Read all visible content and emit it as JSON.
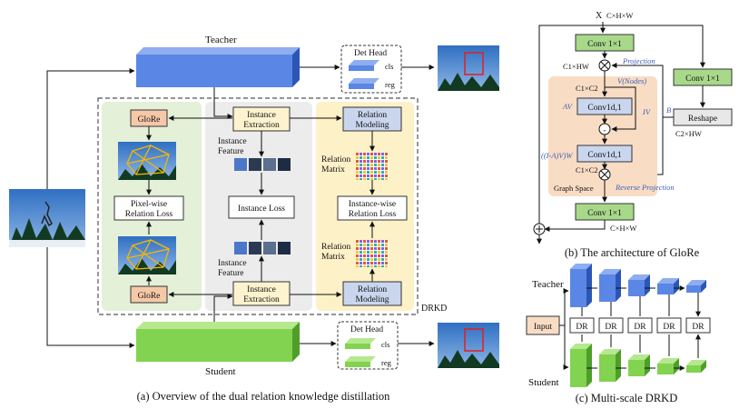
{
  "panel_a": {
    "caption": "(a) Overview of the dual relation knowledge distillation",
    "teacher_label": "Teacher",
    "student_label": "Student",
    "drkd_label": "DRKD",
    "det_head_label": "Det Head",
    "cls_label": "cls",
    "reg_label": "reg",
    "glore_label": "GloRe",
    "pixel_loss_label": "Pixel-wise\nRelation Loss",
    "instance_extraction_label": "Instance\nExtraction",
    "instance_feature_label": "Instance\nFeature",
    "instance_loss_label": "Instance Loss",
    "relation_modeling_label": "Relation\nModeling",
    "relation_matrix_label": "Relation\nMatrix",
    "instance_relation_loss_label": "Instance-wise\nRelation Loss",
    "colors": {
      "teacher": "#4f7de0",
      "student": "#7ccf4a",
      "glore_fill": "#f6c8a8",
      "green_bg": "#e4f0d8",
      "gray_bg": "#ececec",
      "yellow_bg": "#fdf1c8",
      "relation_fill": "#c9d6ee",
      "extraction_fill": "#fdf3cf"
    }
  },
  "panel_b": {
    "caption": "(b) The architecture of GloRe",
    "input_x": "X",
    "dim_chw": "C×H×W",
    "conv11": "Conv 1×1",
    "projection": "Projection",
    "c1hw": "C1×HW",
    "vnodes": "V(Nodes)",
    "c1c2": "C1×C2",
    "av": "AV",
    "iv": "IV",
    "b": "B",
    "conv1d": "Conv1d,1",
    "reshape": "Reshape",
    "c2hw": "C2×HW",
    "minus": "-",
    "iav_w": "((I-A)V)W",
    "graph_space": "Graph Space",
    "reverse_projection": "Reverse Projection",
    "dim_chw_out": "C×H×W",
    "colors": {
      "conv": "#a8d88a",
      "graph_bg": "#f8dcc4",
      "conv1d": "#c9d6ee",
      "reshape": "#e8e8e8"
    }
  },
  "panel_c": {
    "caption": "(c) Multi-scale DRKD",
    "teacher_label": "Teacher",
    "student_label": "Student",
    "input_label": "Input",
    "dr_labels": [
      "DR",
      "DR",
      "DR",
      "DR",
      "DR"
    ]
  }
}
